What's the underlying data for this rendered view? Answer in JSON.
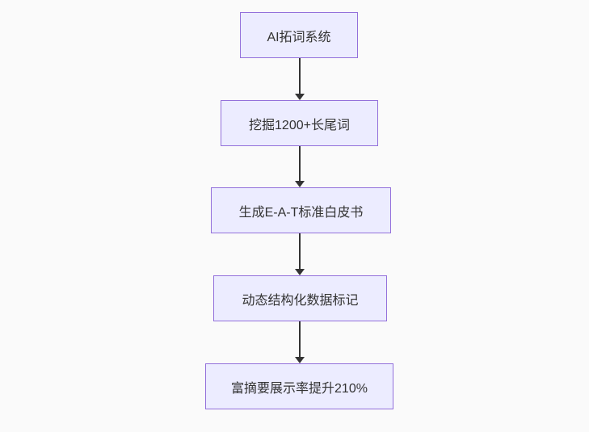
{
  "diagram": {
    "type": "flowchart",
    "direction": "top-down",
    "nodes": [
      {
        "id": "A",
        "label": "AI拓词系统"
      },
      {
        "id": "B",
        "label": "挖掘1200+长尾词"
      },
      {
        "id": "C",
        "label": "生成E-A-T标准白皮书"
      },
      {
        "id": "D",
        "label": "动态结构化数据标记"
      },
      {
        "id": "E",
        "label": "富摘要展示率提升210%"
      }
    ],
    "edges": [
      {
        "from": "A",
        "to": "B"
      },
      {
        "from": "B",
        "to": "C"
      },
      {
        "from": "C",
        "to": "D"
      },
      {
        "from": "D",
        "to": "E"
      }
    ],
    "colors": {
      "node_fill": "#ECECFF",
      "node_border": "#9370DB",
      "text": "#333333",
      "arrow": "#333333",
      "background": "#FAFAFA"
    }
  }
}
